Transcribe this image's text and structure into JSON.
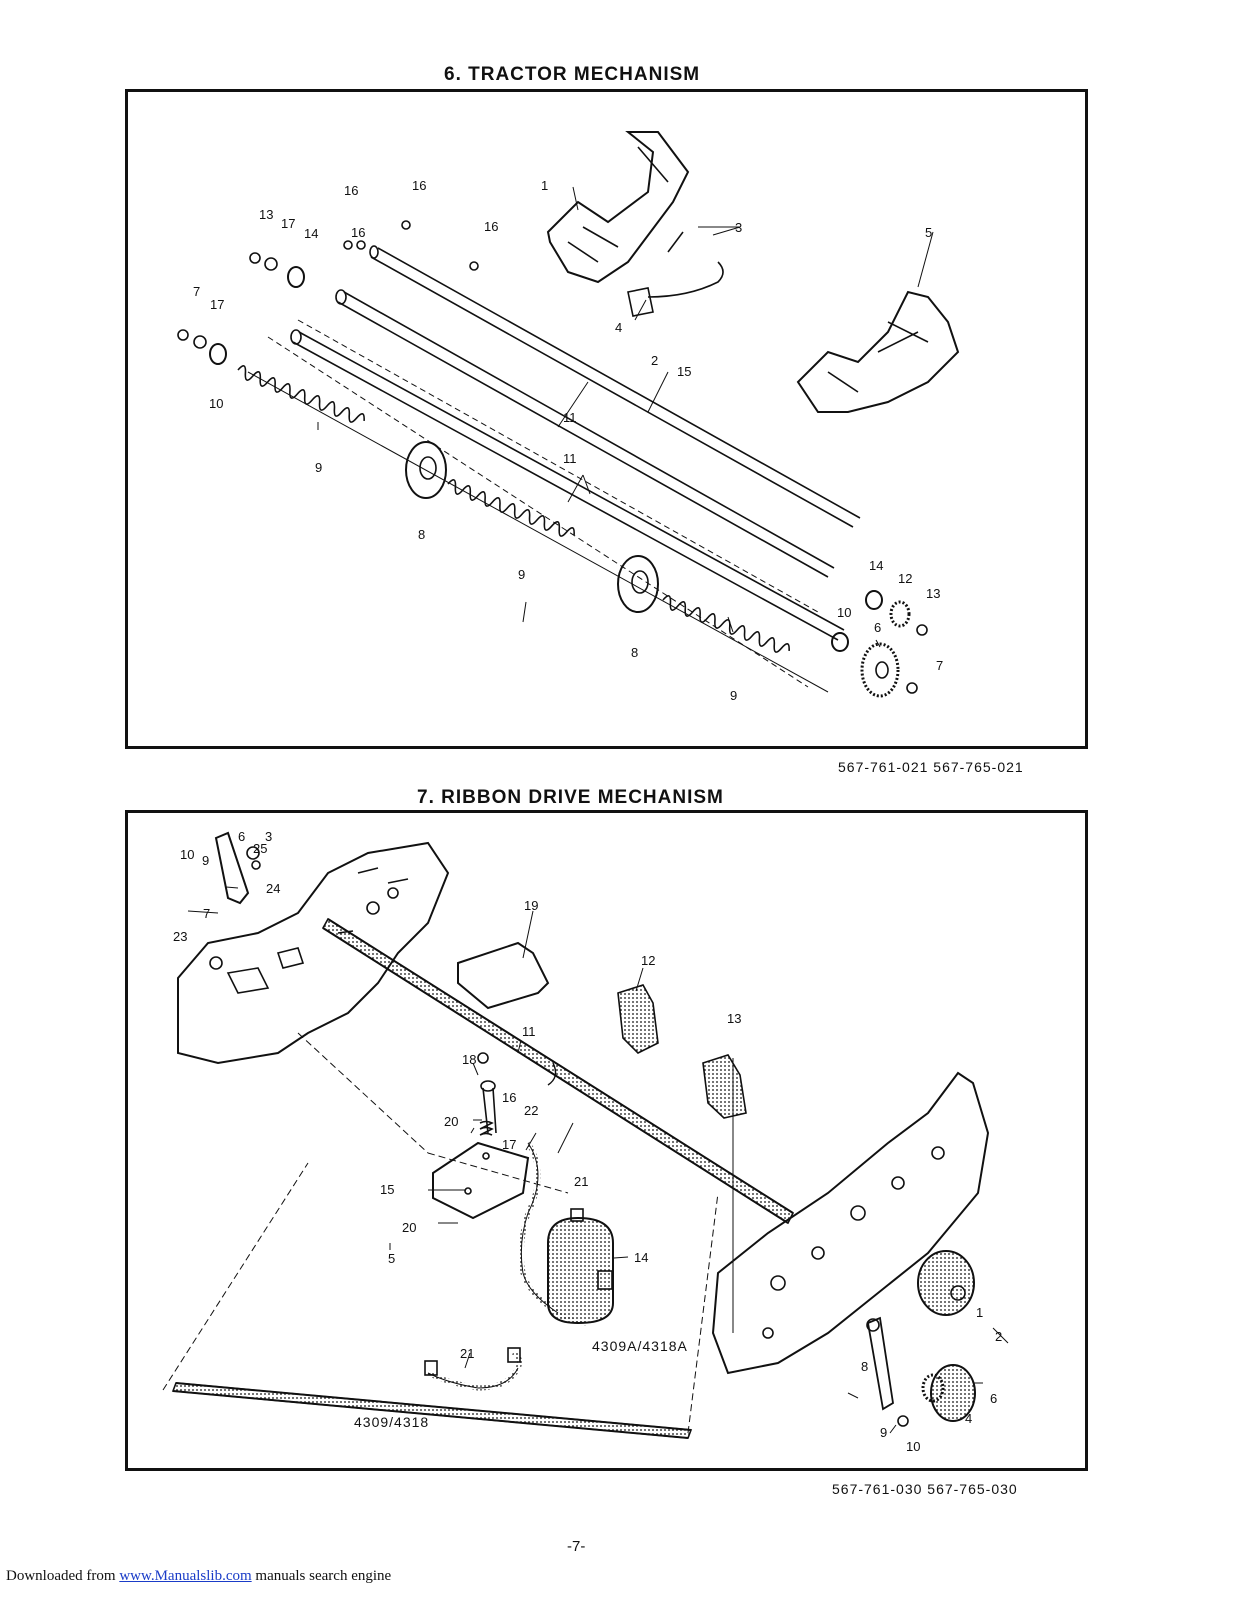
{
  "section6": {
    "title": "6.  TRACTOR MECHANISM",
    "part_codes": "567-761-021  567-765-021",
    "callouts": [
      "1",
      "2",
      "3",
      "4",
      "5",
      "6",
      "7",
      "7",
      "8",
      "8",
      "9",
      "9",
      "9",
      "10",
      "10",
      "11",
      "11",
      "12",
      "13",
      "13",
      "14",
      "14",
      "15",
      "16",
      "16",
      "16",
      "16",
      "17",
      "17"
    ]
  },
  "section7": {
    "title": "7.  RIBBON DRIVE MECHANISM",
    "part_codes": "567-761-030  567-765-030",
    "callouts": [
      "1",
      "2",
      "3",
      "4",
      "5",
      "6",
      "6",
      "7",
      "8",
      "9",
      "9",
      "10",
      "10",
      "11",
      "12",
      "13",
      "14",
      "15",
      "16",
      "17",
      "18",
      "19",
      "20",
      "20",
      "21",
      "21",
      "22",
      "23",
      "24",
      "25"
    ],
    "model_label_a": "4309A/4318A",
    "model_label_b": "4309/4318"
  },
  "page_number": "-7-",
  "footer": {
    "prefix": "Downloaded from ",
    "link": "www.Manualslib.com",
    "suffix": " manuals search engine"
  }
}
